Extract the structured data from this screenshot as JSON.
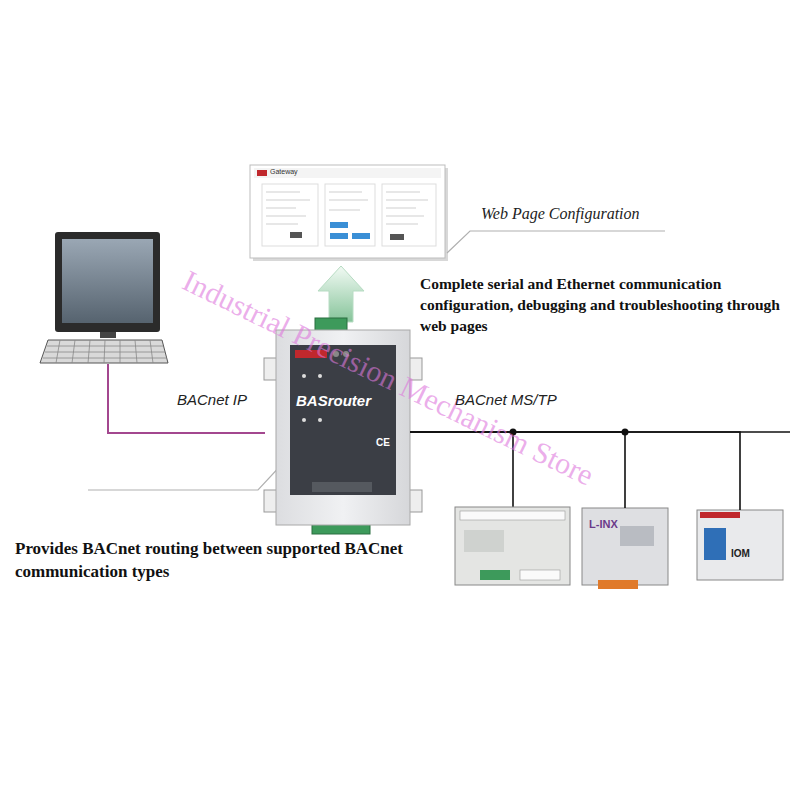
{
  "diagram": {
    "nodes": [
      {
        "text": [
          "BASrouter"
        ]
      },
      {
        "text": [
          "L-INX"
        ]
      },
      {
        "text": [
          "IOM"
        ]
      }
    ],
    "edges": [
      {
        "from": 0,
        "to": 1,
        "arrow": "none"
      },
      {
        "from": 0,
        "to": 2,
        "arrow": "none"
      }
    ],
    "labels": [
      "Gateway",
      "Web Page Configuration",
      "Complete serial and Ethernet communication configuration, debugging and troubleshooting through web pages",
      "BACnet IP",
      "BACnet MS/TP",
      "CE",
      "Provides BACnet routing between supported BACnet communication types",
      "Industrial Precision Mechanism Store"
    ]
  }
}
